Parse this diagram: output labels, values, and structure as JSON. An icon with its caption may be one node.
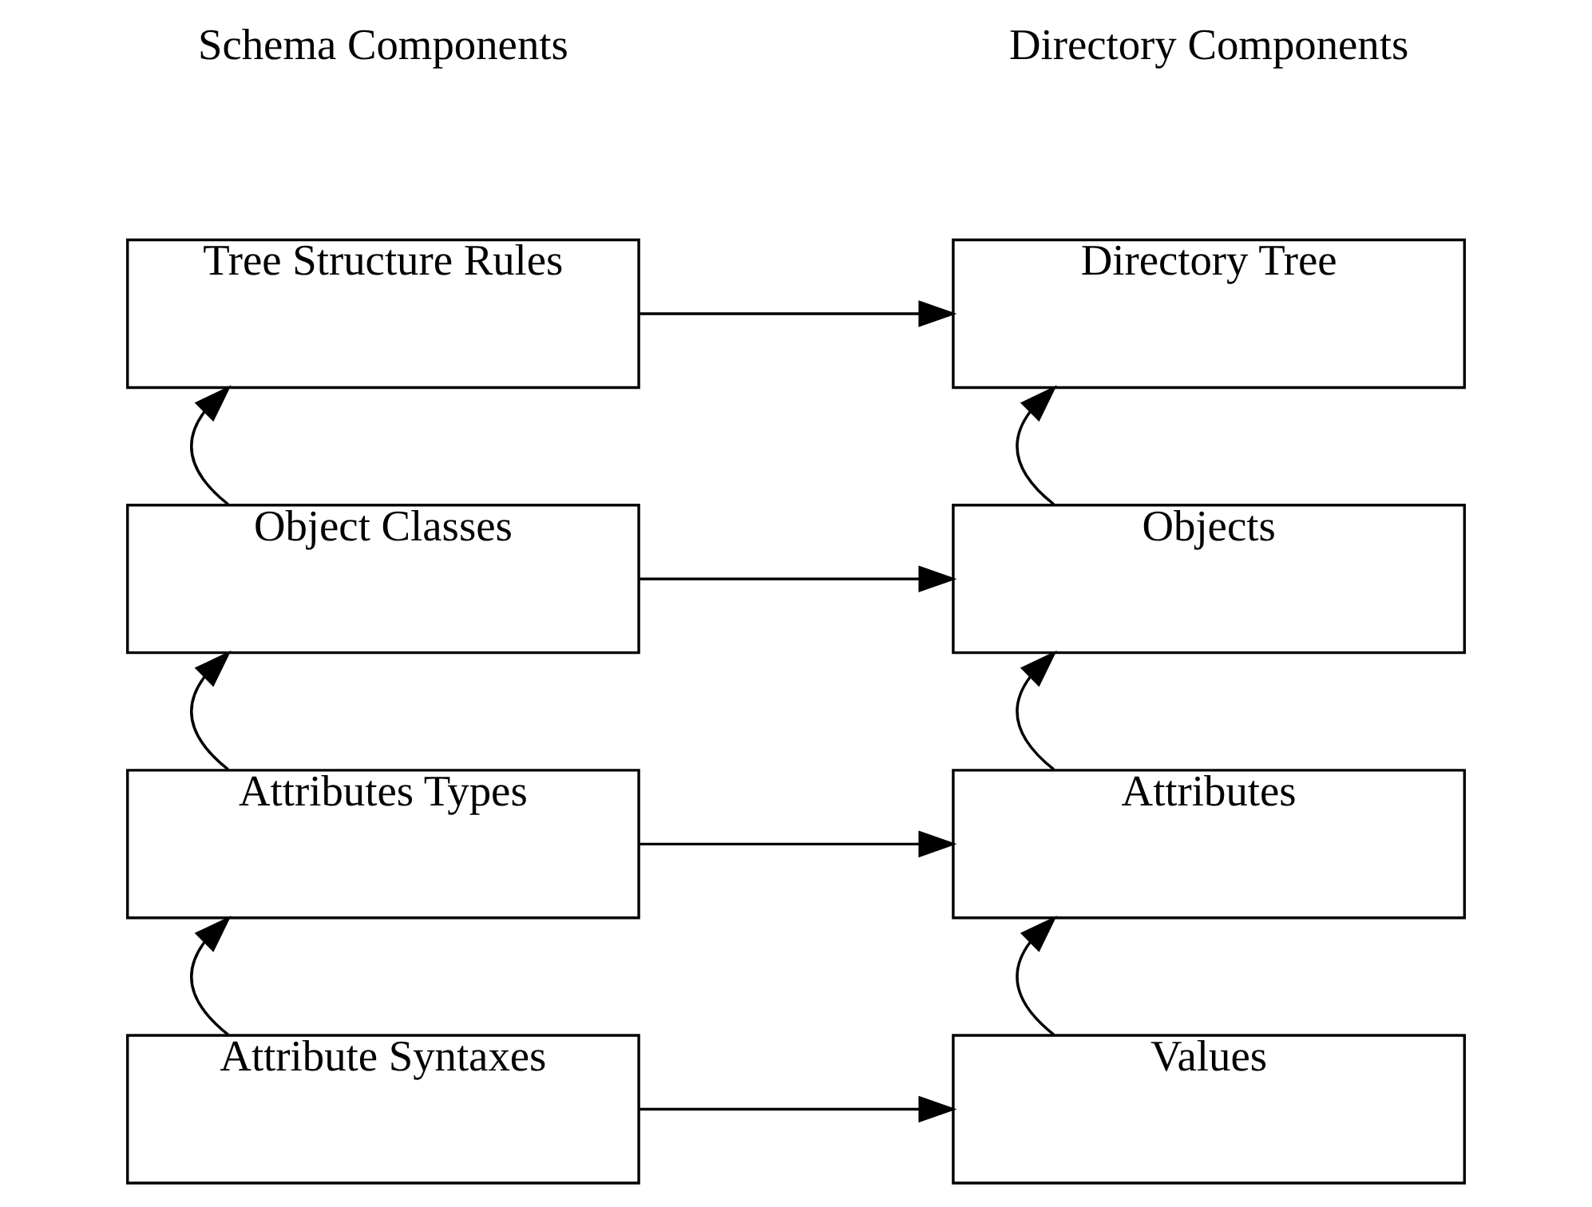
{
  "diagram": {
    "nodes": [
      {
        "text": [
          "Tree Structure Rules"
        ]
      },
      {
        "text": [
          "Directory Tree"
        ]
      },
      {
        "text": [
          "Object Classes"
        ]
      },
      {
        "text": [
          "Objects"
        ]
      },
      {
        "text": [
          "Attributes Types"
        ]
      },
      {
        "text": [
          "Attributes"
        ]
      },
      {
        "text": [
          "Attribute Syntaxes"
        ]
      },
      {
        "text": [
          "Values"
        ]
      }
    ],
    "edges": [
      {
        "from": 0,
        "to": 1,
        "arrow": "to"
      },
      {
        "from": 2,
        "to": 0,
        "arrow": "to"
      },
      {
        "from": 2,
        "to": 3,
        "arrow": "to"
      },
      {
        "from": 3,
        "to": 1,
        "arrow": "to"
      },
      {
        "from": 4,
        "to": 2,
        "arrow": "to"
      },
      {
        "from": 4,
        "to": 5,
        "arrow": "to"
      },
      {
        "from": 5,
        "to": 3,
        "arrow": "to"
      },
      {
        "from": 6,
        "to": 4,
        "arrow": "to"
      },
      {
        "from": 6,
        "to": 7,
        "arrow": "to"
      },
      {
        "from": 7,
        "to": 5,
        "arrow": "to"
      }
    ],
    "labels": [
      "Schema Components",
      "Directory Components"
    ]
  }
}
